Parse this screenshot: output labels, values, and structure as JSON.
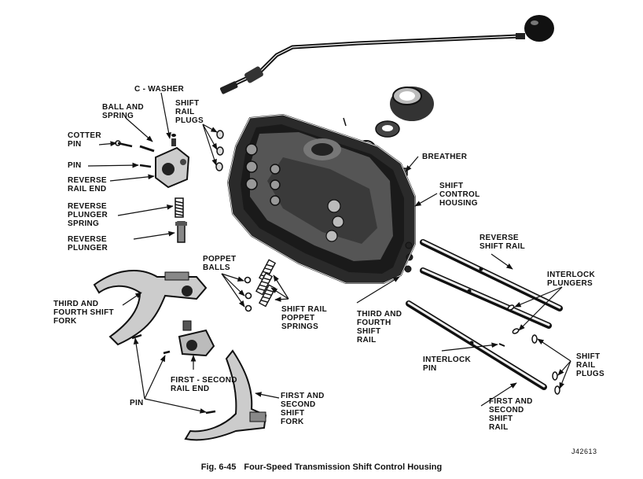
{
  "labels": {
    "c_washer": [
      "C - WASHER"
    ],
    "shift_rail_plugs_top": [
      "SHIFT",
      "RAIL",
      "PLUGS"
    ],
    "ball_and_spring": [
      "BALL AND",
      "SPRING"
    ],
    "cotter_pin": [
      "COTTER",
      "PIN"
    ],
    "pin_top": [
      "PIN"
    ],
    "reverse_rail_end": [
      "REVERSE",
      "RAIL END"
    ],
    "reverse_plunger_spring": [
      "REVERSE",
      "PLUNGER",
      "SPRING"
    ],
    "reverse_plunger": [
      "REVERSE",
      "PLUNGER"
    ],
    "breather": [
      "BREATHER"
    ],
    "shift_control_housing": [
      "SHIFT",
      "CONTROL",
      "HOUSING"
    ],
    "reverse_shift_rail": [
      "REVERSE",
      "SHIFT RAIL"
    ],
    "poppet_balls": [
      "POPPET",
      "BALLS"
    ],
    "interlock_plungers": [
      "INTERLOCK",
      "PLUNGERS"
    ],
    "third_fourth_shift_fork": [
      "THIRD AND",
      "FOURTH SHIFT",
      "FORK"
    ],
    "shift_rail_poppet_springs": [
      "SHIFT RAIL",
      "POPPET",
      "SPRINGS"
    ],
    "third_fourth_shift_rail": [
      "THIRD AND",
      "FOURTH",
      "SHIFT",
      "RAIL"
    ],
    "interlock_pin": [
      "INTERLOCK",
      "PIN"
    ],
    "shift_rail_plugs_right": [
      "SHIFT",
      "RAIL",
      "PLUGS"
    ],
    "first_second_rail_end": [
      "FIRST - SECOND",
      "RAIL END"
    ],
    "pin_bottom": [
      "PIN"
    ],
    "first_second_shift_fork": [
      "FIRST AND",
      "SECOND",
      "SHIFT",
      "FORK"
    ],
    "first_second_shift_rail": [
      "FIRST AND",
      "SECOND",
      "SHIFT",
      "RAIL"
    ]
  },
  "reference_code": "J42613",
  "caption": {
    "number": "Fig. 6-45",
    "title": "Four-Speed Transmission Shift Control Housing"
  }
}
